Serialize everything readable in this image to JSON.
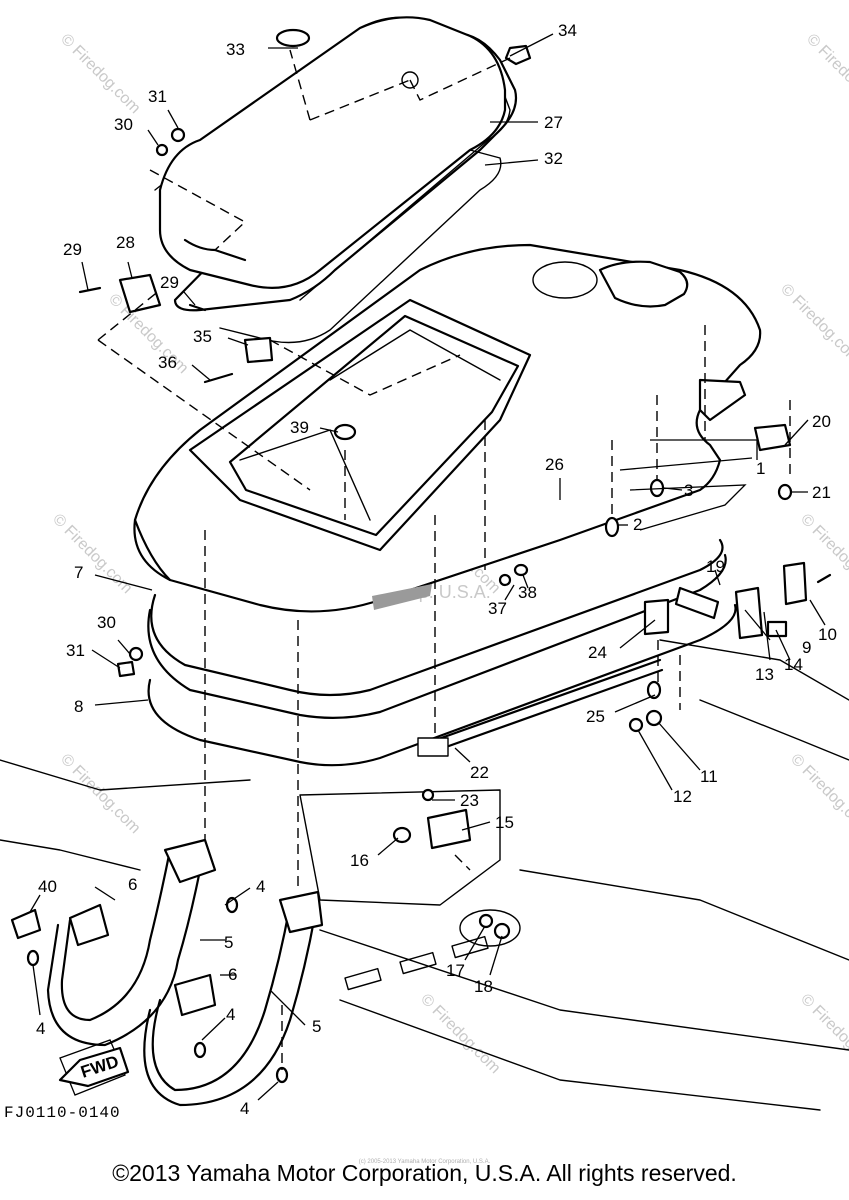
{
  "diagram": {
    "code": "FJ0110-0140",
    "fwd_arrow_label": "FWD",
    "copyright": "©2013 Yamaha Motor Corporation, U.S.A. All rights reserved.",
    "small_copyright": "(c) 2005-2013 Yamaha Motor Corporation, U.S.A.",
    "watermark_firedog": "© Firedog.com",
    "watermark_yamaha": "Yamaha Motor Corp. U.S.A."
  },
  "callouts": {
    "c1": "1",
    "c2": "2",
    "c3": "3",
    "c4a": "4",
    "c4b": "4",
    "c4c": "4",
    "c4d": "4",
    "c5a": "5",
    "c5b": "5",
    "c6a": "6",
    "c6b": "6",
    "c7": "7",
    "c8": "8",
    "c9": "9",
    "c10": "10",
    "c11": "11",
    "c12": "12",
    "c13": "13",
    "c14": "14",
    "c15": "15",
    "c16": "16",
    "c17": "17",
    "c18": "18",
    "c19": "19",
    "c20": "20",
    "c21": "21",
    "c22": "22",
    "c23": "23",
    "c24": "24",
    "c25": "25",
    "c26": "26",
    "c27": "27",
    "c28": "28",
    "c29a": "29",
    "c29b": "29",
    "c30a": "30",
    "c30b": "30",
    "c31a": "31",
    "c31b": "31",
    "c32": "32",
    "c33": "33",
    "c34": "34",
    "c35": "35",
    "c36": "36",
    "c37": "37",
    "c38": "38",
    "c39": "39",
    "c40": "40"
  }
}
